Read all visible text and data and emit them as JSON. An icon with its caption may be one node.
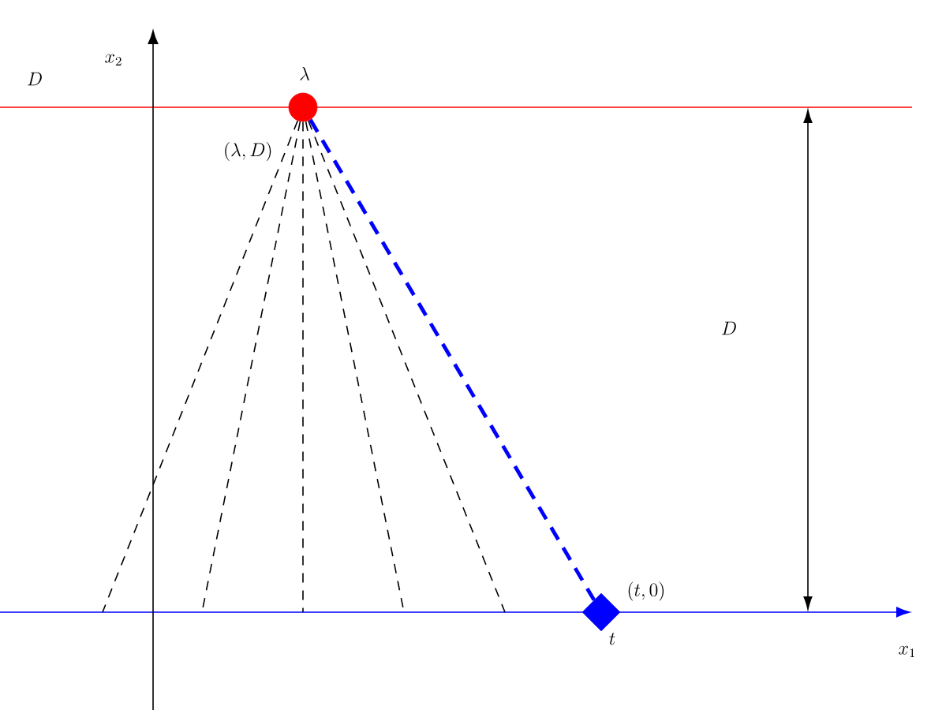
{
  "diagram": {
    "nodes": [
      {
        "text": [],
        "shape": "circle",
        "beside": [
          "\\lambda",
          "(\\lambda, D)"
        ]
      },
      {
        "text": [],
        "shape": "diamond",
        "beside": [
          "(t, 0)",
          "t"
        ]
      }
    ],
    "edges": [
      {
        "from": 0,
        "to": null,
        "arrow": "none",
        "style": "dashed"
      },
      {
        "from": 0,
        "to": null,
        "arrow": "none",
        "style": "dashed"
      },
      {
        "from": 0,
        "to": null,
        "arrow": "none",
        "style": "dashed"
      },
      {
        "from": 0,
        "to": null,
        "arrow": "none",
        "style": "dashed"
      },
      {
        "from": 0,
        "to": null,
        "arrow": "none",
        "style": "dashed"
      },
      {
        "from": 0,
        "to": 1,
        "arrow": "none",
        "style": "dashed",
        "color": "#0000ff"
      }
    ],
    "labels": [
      "x_2",
      "D",
      "D",
      "x_1"
    ]
  }
}
